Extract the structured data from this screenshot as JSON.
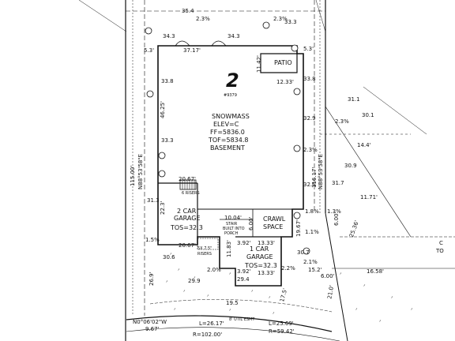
{
  "lot": {
    "number": "2",
    "address": "#9379",
    "house": [
      "SNOWMASS",
      "ELEV=C",
      "FF=5836.0",
      "TOF=5834.8",
      "BASEMENT"
    ],
    "patio": "PATIO",
    "garage_2car": [
      "2 CAR",
      "GARAGE",
      "TOS=32.3"
    ],
    "garage_1car": [
      "1 CAR",
      "GARAGE",
      "TOS=32.3"
    ],
    "crawl": [
      "CRAWL",
      "SPACE"
    ],
    "stair": [
      "STAIR",
      "BUILT INTO",
      "PORCH"
    ],
    "risers_top": "6 RISERS",
    "risers_bottom": [
      "5X 7.5\"",
      "RISERS"
    ]
  },
  "bearings": {
    "left": "N88°53'58\"E",
    "left_len": "115.00'",
    "right": "N88°53'58\"E",
    "right_len": "116.17'",
    "bottom": "N0°06'02\"W",
    "bottom_len": "9.67'"
  },
  "curve": {
    "r1": "R=102.00'",
    "l1": "L=26.17'",
    "l2": "L=25.69'",
    "r2": "R=59.42'",
    "util": "8' UTIL ESMT"
  },
  "dims": {
    "top_width": "37.17'",
    "patio_w": "12.33'",
    "patio_h": "11.42'",
    "g2_w": "20.67'",
    "g2_w_b": "20.67'",
    "stair_w": "10.04'",
    "g1_w": "13.33'",
    "g1_w_b": "13.33'",
    "g1_left": "3.92'",
    "g1_left_b": "3.92'",
    "side_right": "5.3'",
    "side_left": "5.3'",
    "right_14": "14.4'",
    "right_1971": "11.71'",
    "right_25": "25.36'",
    "right_1658": "16.58'",
    "right_21": "21.0'",
    "right_152": "15.2'",
    "right_60": "6.00'",
    "left_4625": "46.25'",
    "g2_h": "22.3'",
    "g1_h": "11.83'",
    "stair_h": "6.00'",
    "g1_drive": "17.5'",
    "g2_drive": "26.9'",
    "crawl_w": "19.67'",
    "c5": "6.00'"
  },
  "grades": {
    "g_23a": "2.3%",
    "g_23b": "2.3%",
    "g_20": "2.0%",
    "g_21": "2.1%",
    "g_22": "2.2%",
    "g_13": "1.3%",
    "g_18": "1.8%",
    "g_11": "1.1%",
    "g_15": "1.5%",
    "g_236": "2.3%",
    "g_2": "2.3%"
  },
  "elevations": {
    "e1": "34.3",
    "e2": "35.4",
    "e3": "33.8",
    "e4": "33.3",
    "e5": "34.3",
    "e6": "33.8",
    "e7": "32.9",
    "e8": "32.6",
    "e9": "31.3",
    "e10": "30.6",
    "e11": "29.9",
    "e12": "30.7",
    "e13": "31.7",
    "e14": "30.9",
    "e15": "19.5",
    "e16": "29.4",
    "e17": "33.3",
    "e18": "31.1",
    "e19": "30.1"
  },
  "side": {
    "c_label": "C",
    "to_label": "TO"
  }
}
